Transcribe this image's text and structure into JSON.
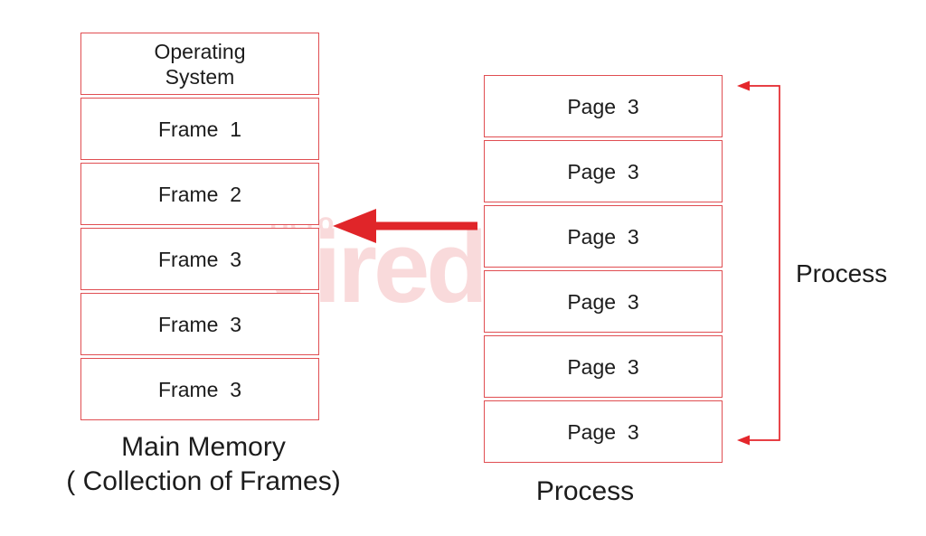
{
  "colors": {
    "border": "#e04e52",
    "arrow": "#e02529",
    "bracket": "#e4262b",
    "text": "#1c1c1c",
    "watermark": "#f9dadb"
  },
  "watermark": {
    "line1": "Hero",
    "line2": "Vired"
  },
  "main_memory": {
    "boxes": [
      "Operating\nSystem",
      "Frame  1",
      "Frame  2",
      "Frame  3",
      "Frame  3",
      "Frame  3"
    ],
    "caption_line1": "Main Memory",
    "caption_line2": "( Collection of Frames)"
  },
  "process": {
    "pages": [
      "Page  3",
      "Page  3",
      "Page  3",
      "Page  3",
      "Page  3",
      "Page  3"
    ],
    "caption": "Process",
    "bracket_label": "Process"
  }
}
